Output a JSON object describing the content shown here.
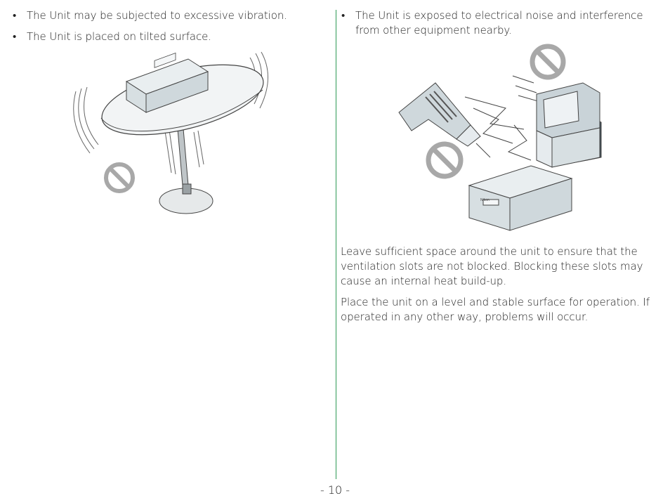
{
  "left_column": {
    "bullets": [
      "The Unit may be subjected to excessive vibration.",
      "The Unit is placed on tilted surface."
    ]
  },
  "right_column": {
    "bullets": [
      "The Unit is exposed to electrical noise and interference from other equipment nearby."
    ],
    "paragraphs": [
      "Leave sufficient space around the unit to ensure that the ventilation slots are not blocked.  Blocking these slots may cause an internal heat build-up.",
      "Place the unit on a level and stable surface for operation.  If operated in any other way, problems will occur."
    ]
  },
  "brand_mark": "Nikon",
  "footer": {
    "page_number": "- 10 -"
  },
  "colors": {
    "divider": "#2e9a55",
    "prohibition": "#a8a8a8",
    "device": "#dfe7ea",
    "monitor": "#c9d3d8"
  },
  "icons": [
    "prohibition-icon",
    "scanner-unit-illustration",
    "power-drill-illustration",
    "computer-illustration"
  ]
}
